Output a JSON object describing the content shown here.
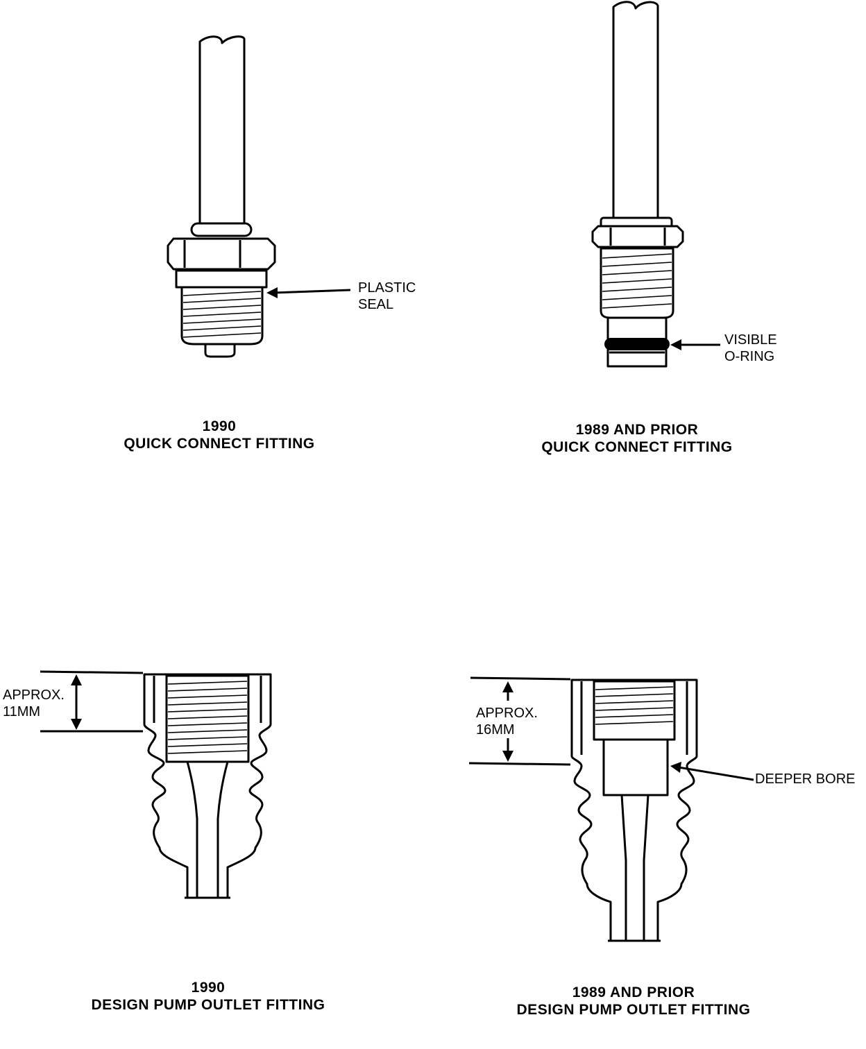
{
  "figures": {
    "qc_1990": {
      "caption_line1": "1990",
      "caption_line2": "QUICK CONNECT FITTING",
      "callout_line1": "PLASTIC",
      "callout_line2": "SEAL"
    },
    "qc_1989": {
      "caption_line1": "1989 AND PRIOR",
      "caption_line2": "QUICK CONNECT FITTING",
      "callout_line1": "VISIBLE",
      "callout_line2": "O-RING"
    },
    "pump_1990": {
      "caption_line1": "1990",
      "caption_line2": "DESIGN PUMP OUTLET FITTING",
      "dimension_line1": "APPROX.",
      "dimension_line2": "11MM"
    },
    "pump_1989": {
      "caption_line1": "1989 AND PRIOR",
      "caption_line2": "DESIGN PUMP OUTLET FITTING",
      "dimension_line1": "APPROX.",
      "dimension_line2": "16MM",
      "callout": "DEEPER BORE"
    }
  },
  "colors": {
    "ink": "#000000",
    "paper": "#ffffff"
  }
}
